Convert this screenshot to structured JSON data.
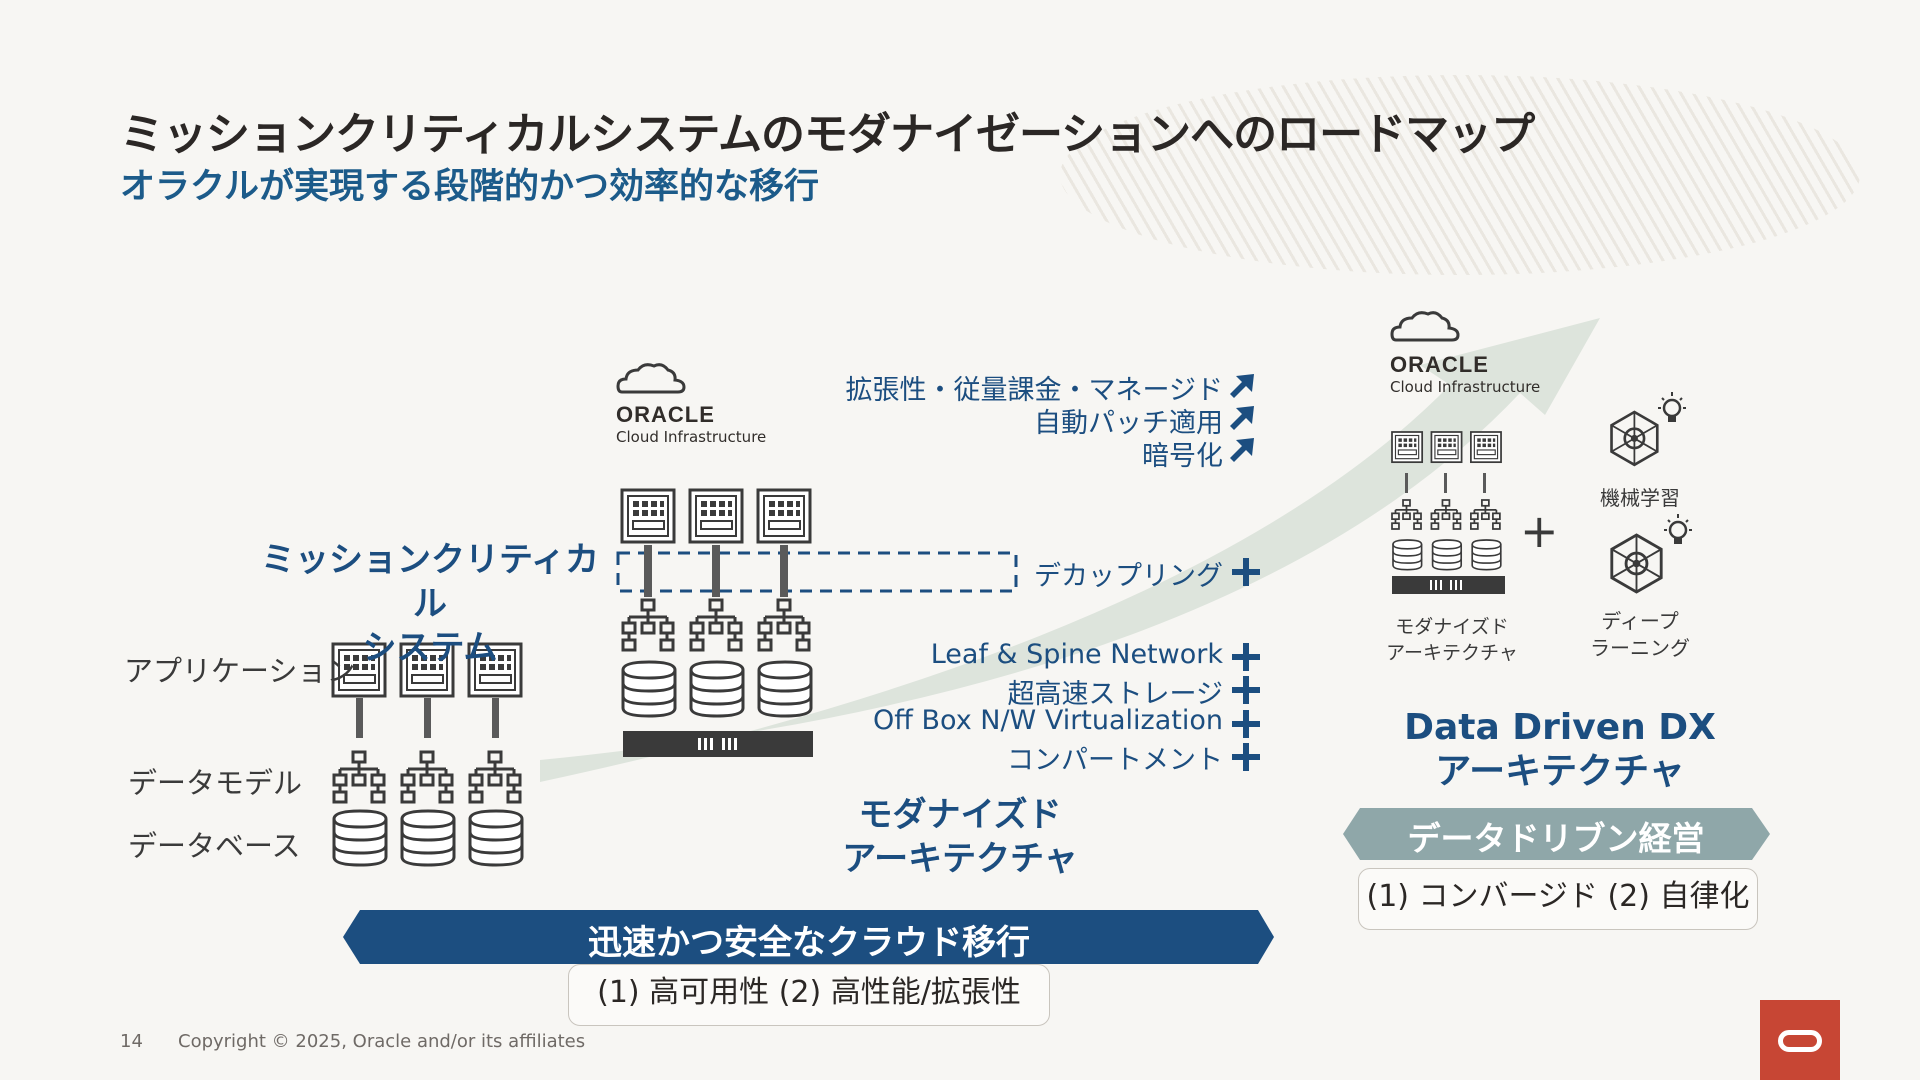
{
  "slide": {
    "title": "ミッションクリティカルシステムのモダナイゼーションへのロードマップ",
    "subtitle": "オラクルが実現する段階的かつ効率的な移行"
  },
  "left": {
    "heading_line1": "ミッションクリティカル",
    "heading_line2": "システム",
    "layer_app": "アプリケーション",
    "layer_model": "データモデル",
    "layer_db": "データベース"
  },
  "middle": {
    "oracle_logo": "ORACLE",
    "oci_label": "Cloud Infrastructure",
    "heading_line1": "モダナイズド",
    "heading_line2": "アーキテクチャ",
    "features_arrow": [
      "拡張性・従量課金・マネージド",
      "自動パッチ適用",
      "暗号化"
    ],
    "feature_decoupling": "デカップリング",
    "features_plus": [
      "Leaf & Spine Network",
      "超高速ストレージ",
      "Off Box N/W Virtualization",
      "コンパートメント"
    ]
  },
  "right": {
    "oracle_logo": "ORACLE",
    "oci_label": "Cloud Infrastructure",
    "modernized_line1": "モダナイズド",
    "modernized_line2": "アーキテクチャ",
    "ml_label": "機械学習",
    "dl_line1": "ディープ",
    "dl_line2": "ラーニング",
    "plus": "+",
    "heading_line1": "Data Driven DX",
    "heading_line2": "アーキテクチャ",
    "banner": "データドリブン経営",
    "box": "(1) コンバージド (2) 自律化"
  },
  "bottom": {
    "banner": "迅速かつ安全なクラウド移行",
    "box": "(1) 高可用性 (2) 高性能/拡張性"
  },
  "footer": {
    "page_number": "14",
    "copyright": "Copyright © 2025, Oracle and/or its affiliates"
  },
  "colors": {
    "navy": "#1c4e80",
    "gray_banner": "#8fa7a9",
    "oracle_red": "#c74634",
    "growth_arrow": "#dde4dc"
  }
}
